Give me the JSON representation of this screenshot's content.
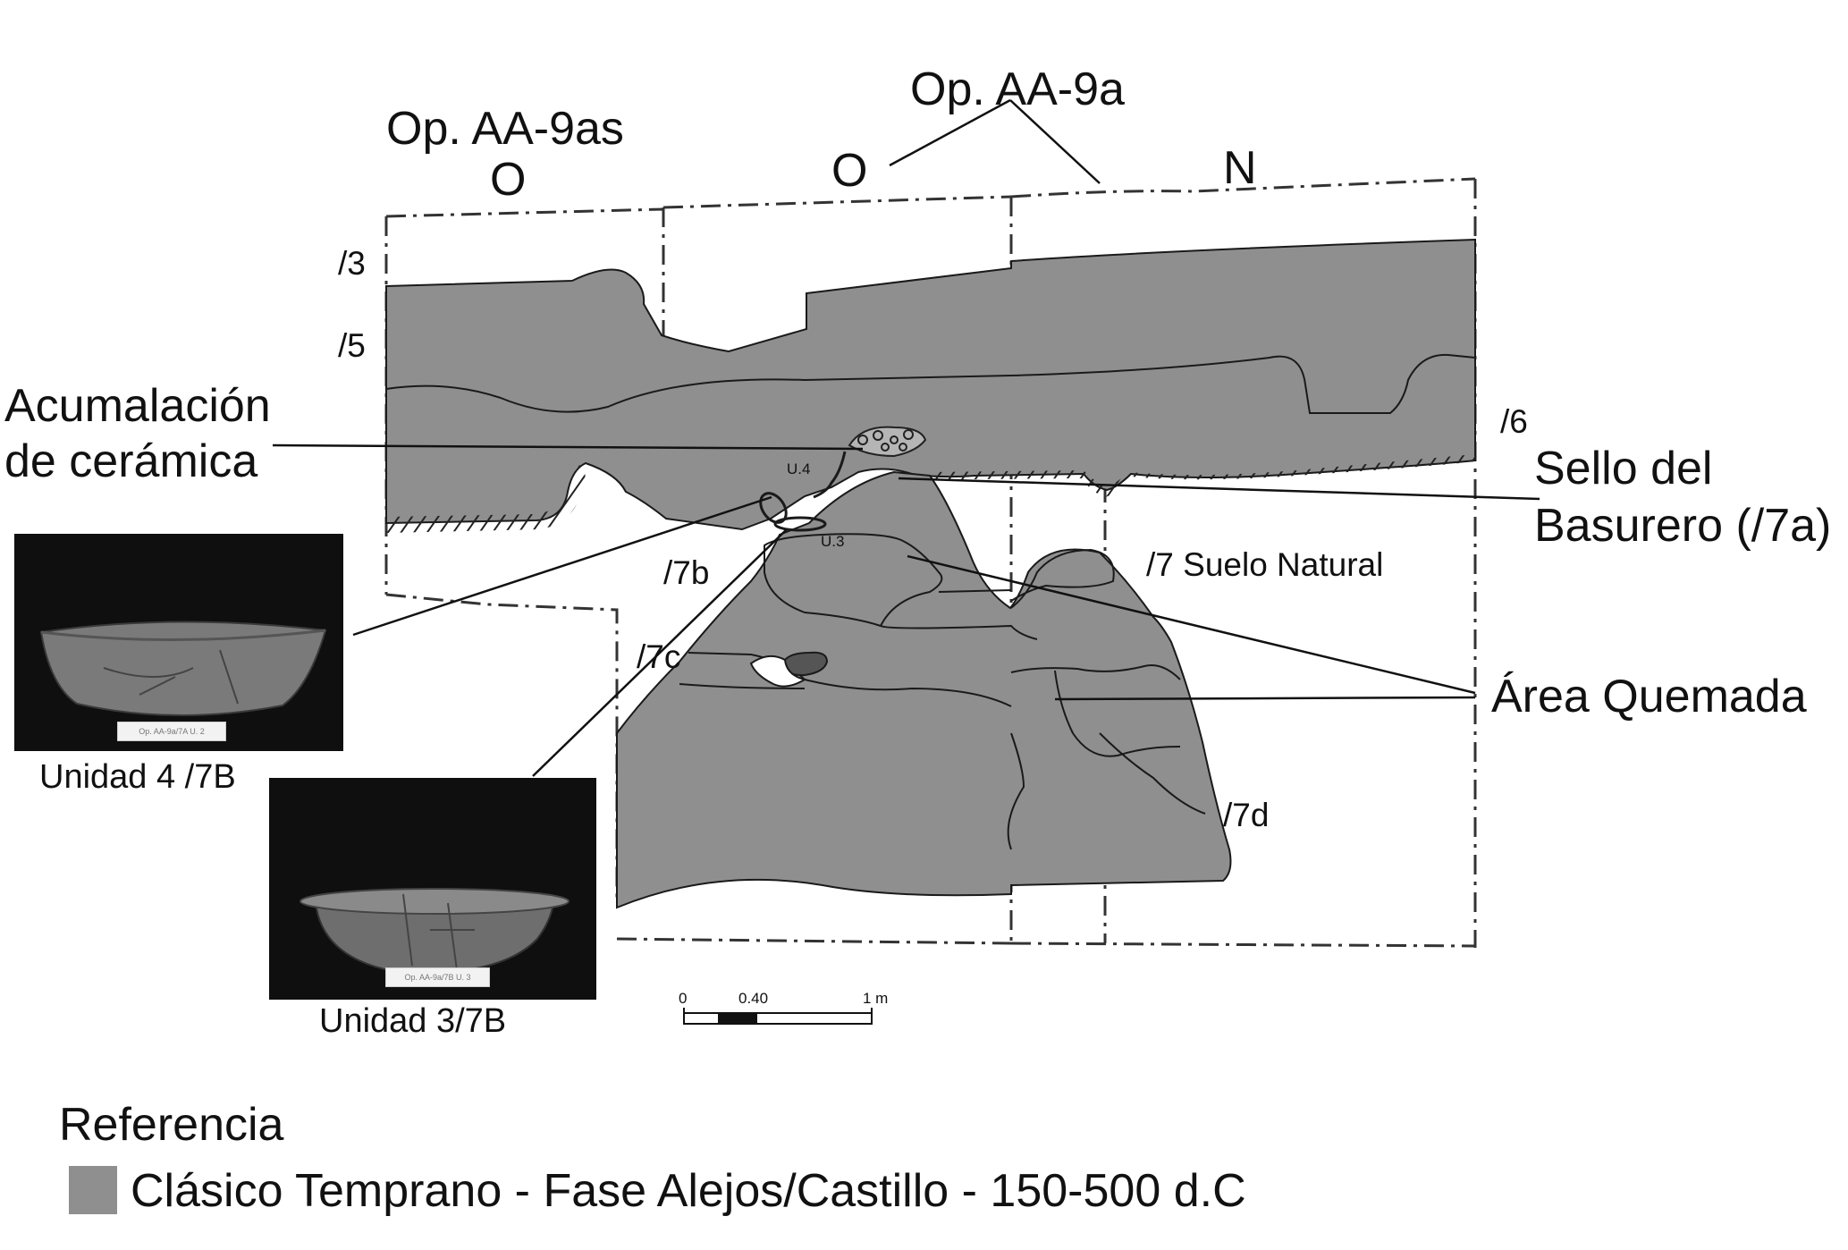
{
  "headers": {
    "op_left": "Op. AA-9as",
    "op_left_dir": "O",
    "op_right": "Op. AA-9a",
    "op_right_dir_o": "O",
    "op_right_dir_n": "N"
  },
  "layers": {
    "l3": "/3",
    "l5": "/5",
    "l6": "/6",
    "l7b": "/7b",
    "l7c": "/7c",
    "l7d": "/7d",
    "l7": "/7 Suelo Natural"
  },
  "units": {
    "u4": "U.4",
    "u3": "U.3"
  },
  "callouts": {
    "acumulacion_line1": "Acumalación",
    "acumulacion_line2": "de cerámica",
    "sello_line1": "Sello del",
    "sello_line2": "Basurero (/7a)",
    "area_quemada": "Área Quemada"
  },
  "photos": {
    "unidad4_caption": "Unidad 4 /7B",
    "unidad4_tag": "Op. AA-9a/7A  U. 2",
    "unidad3_caption": "Unidad 3/7B",
    "unidad3_tag": "Op. AA-9a/7B  U. 3"
  },
  "scale_bar": {
    "tick_0": "0",
    "tick_mid": "0.40",
    "tick_end": "1 m"
  },
  "legend": {
    "title": "Referencia",
    "item": "Clásico Temprano - Fase Alejos/Castillo - 150-500 d.C",
    "swatch_color": "#8f8f8f"
  },
  "colors": {
    "fill": "#8f8f8f",
    "dark_patch": "#555555",
    "line": "#1a1a1a"
  }
}
